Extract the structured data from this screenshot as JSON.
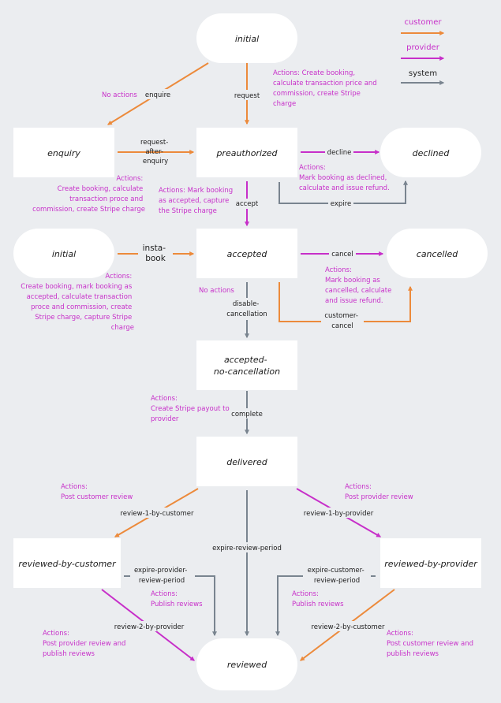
{
  "colors": {
    "customer": "#ec8a3b",
    "provider": "#c72fc9",
    "system": "#79848f",
    "background": "#ebedf0",
    "node": "#ffffff",
    "note": "#c72fc9"
  },
  "legend": {
    "customer": "customer",
    "provider": "provider",
    "system": "system"
  },
  "states": {
    "initial_top": "initial",
    "enquiry": "enquiry",
    "preauthorized": "preauthorized",
    "declined": "declined",
    "initial_left": "initial",
    "accepted": "accepted",
    "cancelled": "cancelled",
    "accepted_no_cancellation": [
      "accepted-",
      "no-cancellation"
    ],
    "delivered": "delivered",
    "reviewed_by_customer": "reviewed-by-customer",
    "reviewed_by_provider": "reviewed-by-provider",
    "reviewed": "reviewed"
  },
  "transitions": {
    "enquire": [
      "enquire"
    ],
    "request": [
      "request"
    ],
    "request_after_enquiry": [
      "request-",
      "after-",
      "enquiry"
    ],
    "decline": [
      "decline"
    ],
    "expire": [
      "expire"
    ],
    "accept": [
      "accept"
    ],
    "insta_book": [
      "insta-",
      "book"
    ],
    "cancel": [
      "cancel"
    ],
    "customer_cancel": [
      "customer-",
      "cancel"
    ],
    "disable_cancellation": [
      "disable-",
      "cancellation"
    ],
    "complete": [
      "complete"
    ],
    "review_1_by_customer": [
      "review-1-by-customer"
    ],
    "review_1_by_provider": [
      "review-1-by-provider"
    ],
    "expire_review_period": [
      "expire-review-period"
    ],
    "expire_provider_review_period": [
      "expire-provider-",
      "review-period"
    ],
    "expire_customer_review_period": [
      "expire-customer-",
      "review-period"
    ],
    "review_2_by_provider": [
      "review-2-by-provider"
    ],
    "review_2_by_customer": [
      "review-2-by-customer"
    ]
  },
  "notes": {
    "no_actions_enquire": [
      "No actions"
    ],
    "request_actions": [
      "Actions: Create booking,",
      "calculate transaction price and",
      "commission, create Stripe",
      "charge"
    ],
    "enquiry_actions": [
      "Actions:",
      "Create booking, calculate",
      "transaction proce and",
      "commission, create Stripe charge"
    ],
    "accept_actions": [
      "Actions: Mark booking",
      "as accepted, capture",
      "the Stripe charge"
    ],
    "decline_actions": [
      "Actions:",
      "Mark booking as declined,",
      "calculate and issue refund."
    ],
    "insta_book_actions": [
      "Actions:",
      "Create booking, mark booking as",
      "accepted, calculate transaction",
      "proce and commission, create",
      "Stripe charge, capture Stripe",
      "charge"
    ],
    "no_actions_disable": [
      "No actions"
    ],
    "cancel_actions": [
      "Actions:",
      "Mark booking as",
      "cancelled, calculate",
      "and issue refund."
    ],
    "complete_actions": [
      "Actions:",
      "Create Stripe payout to",
      "provider"
    ],
    "customer_review_actions": [
      "Actions:",
      "Post customer review"
    ],
    "provider_review_actions": [
      "Actions:",
      "Post provider review"
    ],
    "publish_left": [
      "Actions:",
      "Publish reviews"
    ],
    "publish_right": [
      "Actions:",
      "Publish reviews"
    ],
    "provider_review_publish": [
      "Actions:",
      "Post provider review and",
      "publish reviews"
    ],
    "customer_review_publish": [
      "Actions:",
      "Post customer review and",
      "publish reviews"
    ]
  }
}
